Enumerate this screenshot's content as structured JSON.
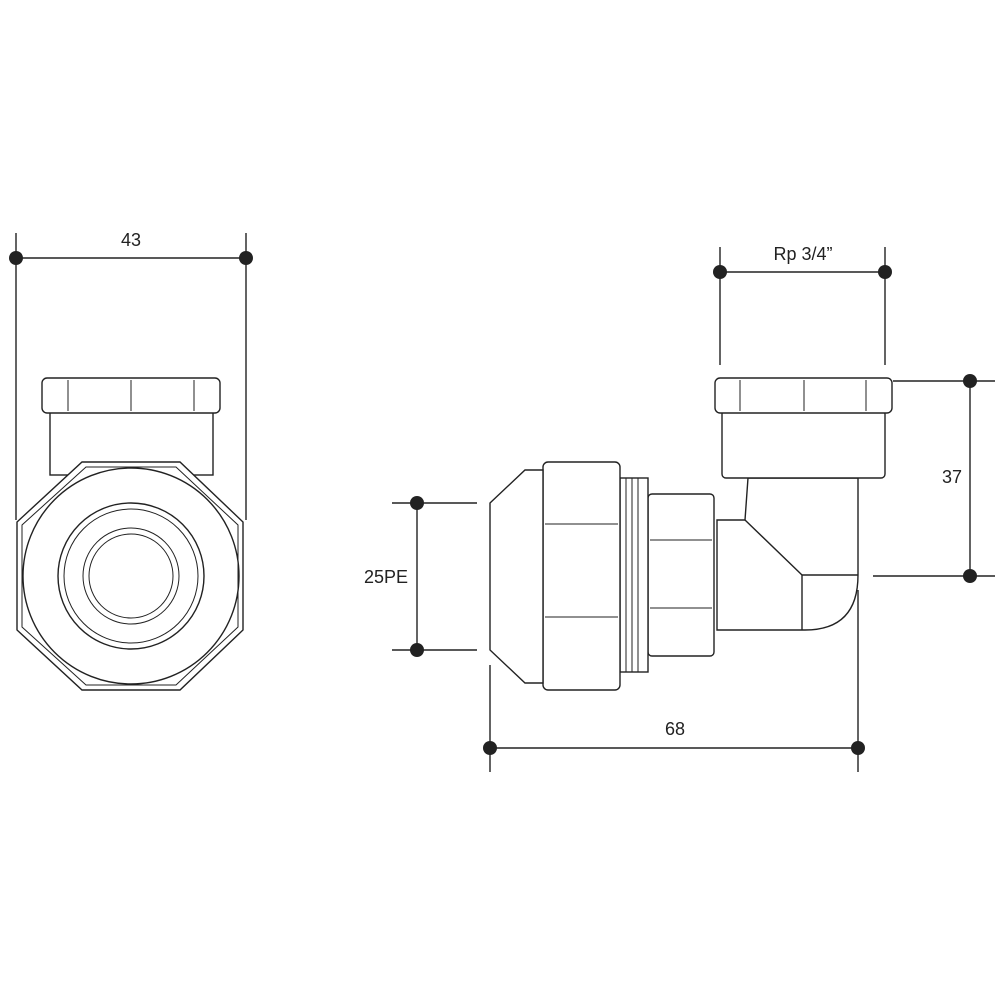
{
  "title": "Compression elbow fitting dimensional drawing",
  "dimensions": {
    "front_width": "43",
    "thread_size": "Rp 3/4”",
    "height": "37",
    "pipe_size": "25PE",
    "length": "68"
  },
  "colors": {
    "line": "#222222",
    "background": "#ffffff"
  }
}
